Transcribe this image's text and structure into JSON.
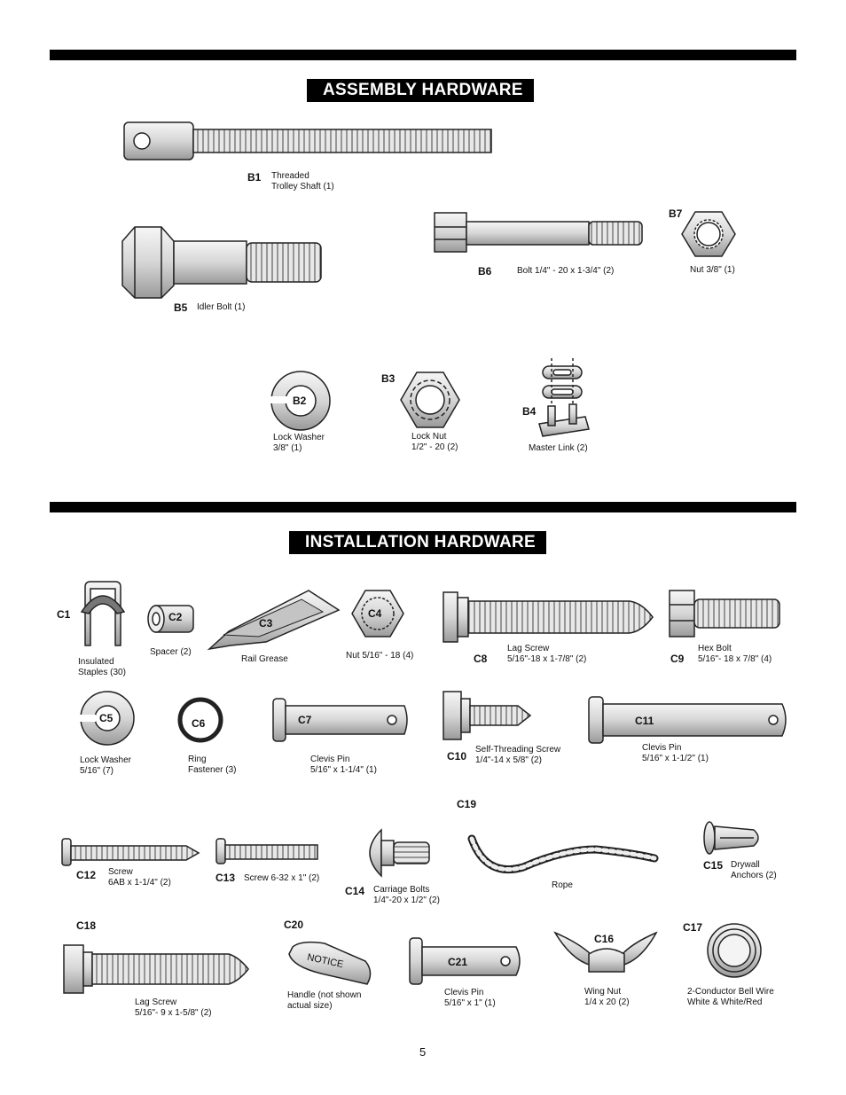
{
  "assembly": {
    "title": "ASSEMBLY HARDWARE",
    "items": [
      {
        "code": "B1",
        "desc": "Threaded\nTrolley Shaft (1)"
      },
      {
        "code": "B5",
        "desc": "Idler Bolt (1)"
      },
      {
        "code": "B6",
        "desc": "Bolt 1/4\" - 20 x 1-3/4\" (2)"
      },
      {
        "code": "B7",
        "desc": "Nut 3/8\" (1)"
      },
      {
        "code": "B2",
        "desc": "Lock Washer\n3/8\" (1)"
      },
      {
        "code": "B3",
        "desc": "Lock Nut\n1/2\" - 20 (2)"
      },
      {
        "code": "B4",
        "desc": "Master Link (2)"
      }
    ]
  },
  "installation": {
    "title": "INSTALLATION HARDWARE",
    "items": [
      {
        "code": "C1",
        "desc": "Insulated\nStaples (30)"
      },
      {
        "code": "C2",
        "desc": "Spacer (2)"
      },
      {
        "code": "C3",
        "desc": "Rail Grease"
      },
      {
        "code": "C4",
        "desc": "Nut  5/16\" - 18 (4)"
      },
      {
        "code": "C8",
        "desc": "Lag Screw\n5/16\"-18 x 1-7/8\"  (2)"
      },
      {
        "code": "C9",
        "desc": "Hex Bolt\n5/16\"- 18 x 7/8\" (4)"
      },
      {
        "code": "C5",
        "desc": "Lock Washer\n5/16\" (7)"
      },
      {
        "code": "C6",
        "desc": "Ring\nFastener (3)"
      },
      {
        "code": "C7",
        "desc": "Clevis Pin\n5/16\" x 1-1/4\" (1)"
      },
      {
        "code": "C10",
        "desc": "Self-Threading Screw\n1/4\"-14 x 5/8\" (2)"
      },
      {
        "code": "C11",
        "desc": "Clevis Pin\n5/16\" x 1-1/2\" (1)"
      },
      {
        "code": "C19",
        "desc": "Rope"
      },
      {
        "code": "C12",
        "desc": "Screw\n6AB x 1-1/4\" (2)"
      },
      {
        "code": "C13",
        "desc": "Screw 6-32 x 1\" (2)"
      },
      {
        "code": "C14",
        "desc": "Carriage Bolts\n1/4\"-20 x 1/2\" (2)"
      },
      {
        "code": "C15",
        "desc": "Drywall\nAnchors (2)"
      },
      {
        "code": "C18",
        "desc": "Lag Screw\n5/16\"- 9 x 1-5/8\" (2)"
      },
      {
        "code": "C20",
        "desc": "Handle (not shown\nactual size)"
      },
      {
        "code": "C21",
        "desc": "Clevis Pin\n5/16\" x 1\" (1)"
      },
      {
        "code": "C16",
        "desc": "Wing Nut\n1/4 x 20 (2)"
      },
      {
        "code": "C17",
        "desc": "2-Conductor Bell Wire\nWhite & White/Red"
      }
    ]
  },
  "handle_label": "NOTICE",
  "page_number": "5"
}
